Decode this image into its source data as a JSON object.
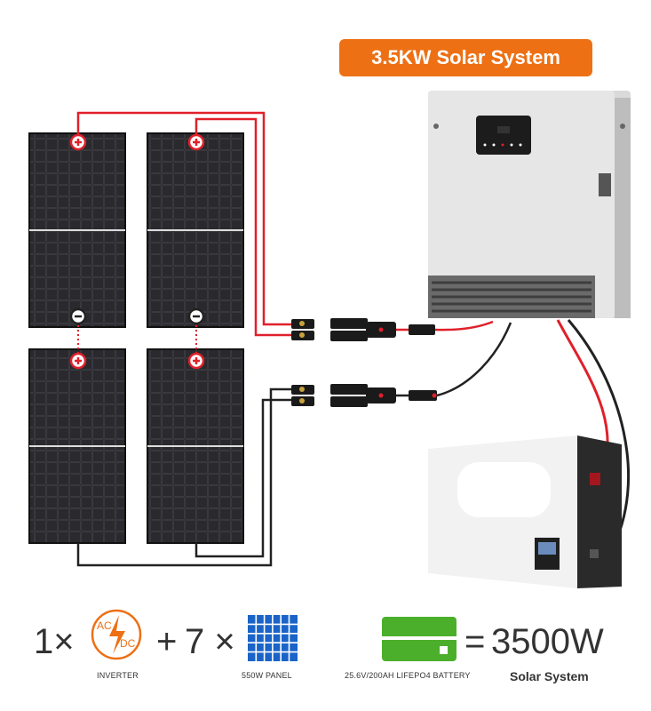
{
  "title": "3.5KW Solar System",
  "equation": {
    "inverter_count": "1×",
    "plus_sign": "+",
    "panel_count": "7 ×",
    "equals": "=",
    "total_power": "3500W",
    "inverter_icon_ac": "AC",
    "inverter_icon_dc": "DC",
    "inverter_label": "INVERTER",
    "panel_label": "550W PANEL",
    "battery_label": "25.6V/200AH  LIFEPO4 BATTERY",
    "system_label": "Solar System"
  },
  "colors": {
    "accent": "#ed7014",
    "positive_wire": "#e0202a",
    "negative_wire": "#222222",
    "panel_icon": "#1a64c8",
    "battery_icon": "#4caf2c"
  }
}
